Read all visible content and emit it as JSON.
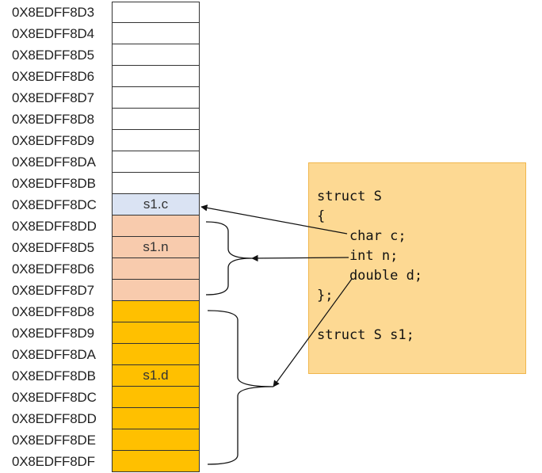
{
  "memory_rows": [
    {
      "address": "0X8EDFF8D3",
      "label": "",
      "color": "#ffffff"
    },
    {
      "address": "0X8EDFF8D4",
      "label": "",
      "color": "#ffffff"
    },
    {
      "address": "0X8EDFF8D5",
      "label": "",
      "color": "#ffffff"
    },
    {
      "address": "0X8EDFF8D6",
      "label": "",
      "color": "#ffffff"
    },
    {
      "address": "0X8EDFF8D7",
      "label": "",
      "color": "#ffffff"
    },
    {
      "address": "0X8EDFF8D8",
      "label": "",
      "color": "#ffffff"
    },
    {
      "address": "0X8EDFF8D9",
      "label": "",
      "color": "#ffffff"
    },
    {
      "address": "0X8EDFF8DA",
      "label": "",
      "color": "#ffffff"
    },
    {
      "address": "0X8EDFF8DB",
      "label": "",
      "color": "#ffffff"
    },
    {
      "address": "0X8EDFF8DC",
      "label": "s1.c",
      "color": "#dae3f3"
    },
    {
      "address": "0X8EDFF8DD",
      "label": "",
      "color": "#f8cbad"
    },
    {
      "address": "0X8EDFF8D5",
      "label": "s1.n",
      "color": "#f8cbad"
    },
    {
      "address": "0X8EDFF8D6",
      "label": "",
      "color": "#f8cbad"
    },
    {
      "address": "0X8EDFF8D7",
      "label": "",
      "color": "#f8cbad"
    },
    {
      "address": "0X8EDFF8D8",
      "label": "",
      "color": "#ffc000"
    },
    {
      "address": "0X8EDFF8D9",
      "label": "",
      "color": "#ffc000"
    },
    {
      "address": "0X8EDFF8DA",
      "label": "",
      "color": "#ffc000"
    },
    {
      "address": "0X8EDFF8DB",
      "label": "s1.d",
      "color": "#ffc000"
    },
    {
      "address": "0X8EDFF8DC",
      "label": "",
      "color": "#ffc000"
    },
    {
      "address": "0X8EDFF8DD",
      "label": "",
      "color": "#ffc000"
    },
    {
      "address": "0X8EDFF8DE",
      "label": "",
      "color": "#ffc000"
    },
    {
      "address": "0X8EDFF8DF",
      "label": "",
      "color": "#ffc000"
    }
  ],
  "code": {
    "lines": [
      "struct S",
      "{",
      "    char c;",
      "    int n;",
      "    double d;",
      "};",
      "",
      "struct S s1;"
    ]
  },
  "colors": {
    "border": "#333333",
    "code_box_fill": "#fdd993",
    "code_box_border": "#f0b64c"
  }
}
